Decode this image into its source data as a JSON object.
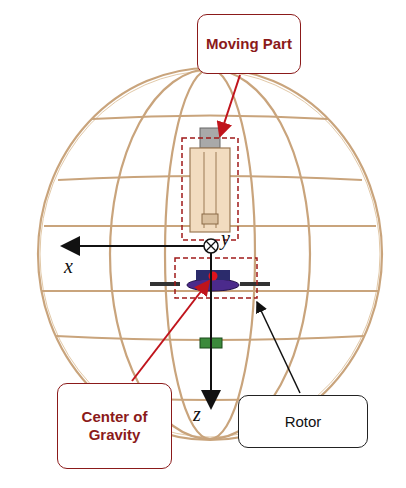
{
  "diagram": {
    "nodes": [
      {
        "text": [
          "Moving Part"
        ]
      },
      {
        "text": [
          "Center of Gravity"
        ]
      },
      {
        "text": [
          "Rotor"
        ]
      }
    ],
    "labels": [
      "x",
      "y",
      "z"
    ]
  }
}
